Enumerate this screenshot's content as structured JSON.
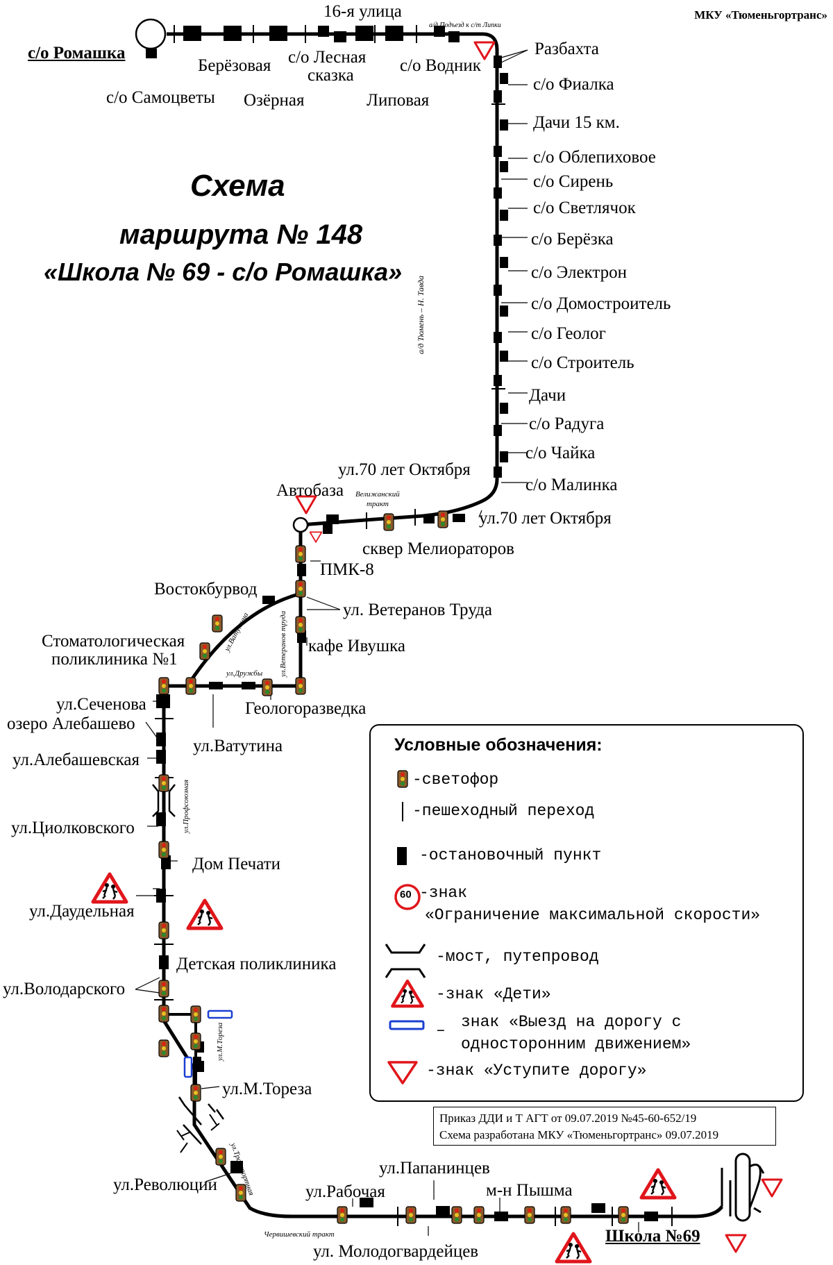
{
  "header": {
    "organization": "МКУ «Тюменьгортранс»",
    "title_line1": "Схема",
    "title_line2": "маршрута № 148",
    "title_line3": "«Школа  № 69 - с/о Ромашка»"
  },
  "stops": {
    "romashka": "с/о Ромашка",
    "samotsvety": "с/о Самоцветы",
    "beryozovaya": "Берёзовая",
    "ozyornaya": "Озёрная",
    "lesnaya_line1": "с/о Лесная",
    "lesnaya_line2": "сказка",
    "ulitsa16": "16-я улица",
    "lipovaya": "Липовая",
    "vodnik": "с/о Водник",
    "razbakhta": "Разбахта",
    "fialka": "с/о Фиалка",
    "dachi15": "Дачи 15 км.",
    "oblepikhovoe": "с/о Облепиховое",
    "siren": "с/о Сирень",
    "svetlyachok": "с/о Светлячок",
    "beryozka": "с/о Берёзка",
    "elektron": "с/о Электрон",
    "domostroitel": "с/о Домостроитель",
    "geolog": "с/о Геолог",
    "stroitel": "с/о Строитель",
    "dachi": "Дачи",
    "raduga": "с/о Радуга",
    "chayka": "с/о Чайка",
    "malinka": "с/о Малинка",
    "oct70_top": "ул.70 лет Октября",
    "oct70_right": "ул.70 лет Октября",
    "avtobaza": "Автобаза",
    "skver": "сквер Мелиораторов",
    "pmk8": "ПМК-8",
    "vostokburvod": "Востокбурвод",
    "veteranov": "ул. Ветеранов Труда",
    "ivushka": "кафе Ивушка",
    "stomat_line1": "Стоматологическая",
    "stomat_line2": "поликлиника №1",
    "geologorazvedka": "Геологоразведка",
    "sechenova": "ул.Сеченова",
    "alebashevo": "озеро Алебашево",
    "vatutina": "ул.Ватутина",
    "alebashevskaya": "ул.Алебашевская",
    "tsiolkovskogo": "ул.Циолковского",
    "dom_pechati": "Дом Печати",
    "daudelnaya": "ул.Даудельная",
    "detskaya": "Детская поликлиника",
    "volodarskogo": "ул.Володарского",
    "toreza": "ул.М.Тореза",
    "revolyutsii": "ул.Революции",
    "rabochaya": "ул.Рабочая",
    "papanintsev": "ул.Папанинцев",
    "pyshma": "м-н Пышма",
    "molodogvardeytsev": "ул. Молодогвардейцев",
    "shkola69": "Школа №69"
  },
  "small_labels": {
    "podezd": "а/д Подъезд к с/т Липки",
    "tyumen_tavda": "а/д Тюмень – Н. Тавда",
    "velizhansky_line1": "Велижанский",
    "velizhansky_line2": "тракт",
    "ul_vatutina": "ул.Ватутина",
    "ul_veteranov": "ул.Ветеранов труда",
    "ul_druzhby": "ул.Дружбы",
    "ul_profsoyuznaya": "ул.Профсоюзная",
    "ul_toreza": "ул.М.Тореза",
    "ul_tranasportnaya": "ул.Транспортная",
    "chervishevsky": "Червишевский тракт"
  },
  "legend": {
    "title": "Условные обозначения:",
    "traffic_light": "-светофор",
    "crosswalk": "-пешеходный переход",
    "stop": "-остановочный пункт",
    "speed_line1": "-знак",
    "speed_line2": "«Ограничение максимальной скорости»",
    "speed_value": "60",
    "bridge": "-мост, путепровод",
    "children": "-знак «Дети»",
    "oneway_dash": "–",
    "oneway_line1": "знак «Выезд на дорогу с",
    "oneway_line2": "односторонним движением»",
    "yield": "-знак «Уступите дорогу»"
  },
  "order": {
    "line1": "Приказ ДДИ и Т АГТ от 09.07.2019 №45-60-652/19",
    "line2": "Схема разработана МКУ «Тюменьгортранс» 09.07.2019"
  },
  "colors": {
    "route": "#000000",
    "sign_red": "#e0151b",
    "oneway_blue": "#1a3fd1",
    "light_body": "#8b5a2b"
  },
  "icons": [
    "traffic-light-icon",
    "stop-icon",
    "crosswalk-icon",
    "children-sign-icon",
    "yield-sign-icon",
    "oneway-sign-icon",
    "speed-limit-icon",
    "bridge-icon"
  ]
}
